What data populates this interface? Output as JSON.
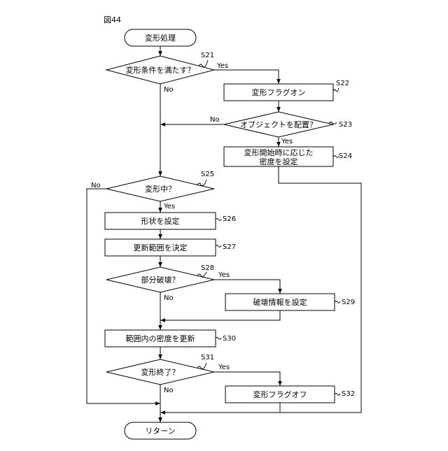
{
  "figure": {
    "label": "図44"
  },
  "nodes": {
    "start": {
      "text": "変形処理"
    },
    "s21": {
      "text": "変形条件を満たす？",
      "step": "S21",
      "yes": "Yes",
      "no": "No"
    },
    "s22": {
      "text": "変形フラグオン",
      "step": "S22"
    },
    "s23": {
      "text": "オブジェクトを配置？",
      "step": "S23",
      "yes": "Yes",
      "no": "No"
    },
    "s24": {
      "line1": "変形開始時に応じた",
      "line2": "密度を設定",
      "step": "S24"
    },
    "s25": {
      "text": "変形中？",
      "step": "S25",
      "yes": "Yes",
      "no": "No"
    },
    "s26": {
      "text": "形状を設定",
      "step": "S26"
    },
    "s27": {
      "text": "更新範囲を決定",
      "step": "S27"
    },
    "s28": {
      "text": "部分破壊？",
      "step": "S28",
      "yes": "Yes",
      "no": "No"
    },
    "s29": {
      "text": "破壊情報を設定",
      "step": "S29"
    },
    "s30": {
      "text": "範囲内の密度を更新",
      "step": "S30"
    },
    "s31": {
      "text": "変形終了？",
      "step": "S31",
      "yes": "Yes",
      "no": "No"
    },
    "s32": {
      "text": "変形フラグオフ",
      "step": "S32"
    },
    "end": {
      "text": "リターン"
    }
  }
}
